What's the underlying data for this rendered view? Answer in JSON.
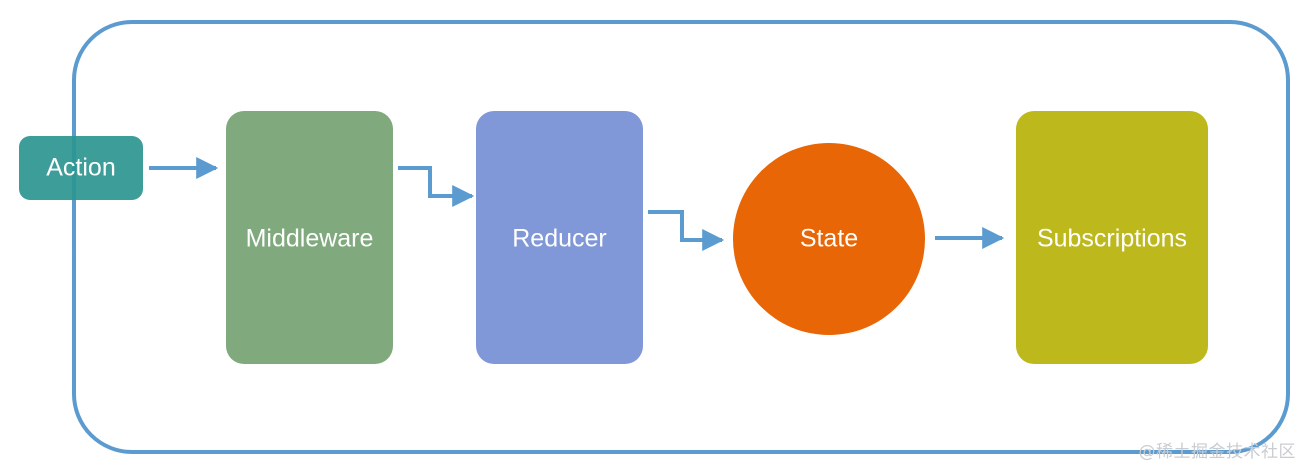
{
  "nodes": {
    "action": {
      "label": "Action",
      "color": "#2c9590"
    },
    "middleware": {
      "label": "Middleware",
      "color": "#80aa7e"
    },
    "reducer": {
      "label": "Reducer",
      "color": "#8198d8"
    },
    "state": {
      "label": "State",
      "color": "#e86605"
    },
    "subscriptions": {
      "label": "Subscriptions",
      "color": "#bdb81c"
    }
  },
  "colors": {
    "frame": "#5b9bd0",
    "arrow": "#5b9bd0"
  },
  "watermark": "@稀土掘金技术社区"
}
